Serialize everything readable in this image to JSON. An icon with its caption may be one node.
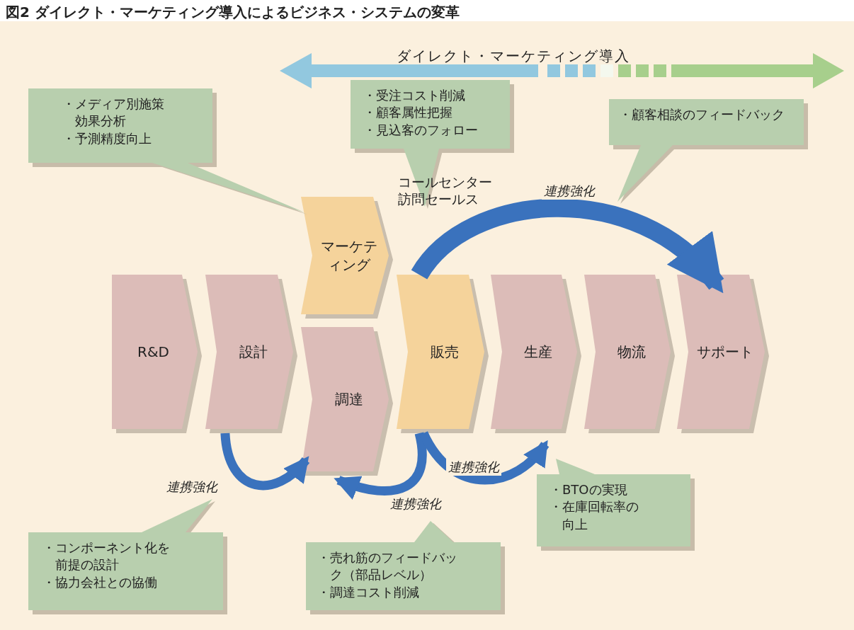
{
  "diagram": {
    "title": "**図**2 ダイレクト・マーケティング導入によるビジネス・システムの変革",
    "nodes": [
      {
        "text": [
          "R&D"
        ]
      },
      {
        "text": [
          "設計"
        ]
      },
      {
        "text": [
          "マーケティング"
        ]
      },
      {
        "text": [
          "調達"
        ]
      },
      {
        "text": [
          "販売"
        ]
      },
      {
        "text": [
          "生産"
        ]
      },
      {
        "text": [
          "物流"
        ]
      },
      {
        "text": [
          "サポート"
        ]
      },
      {
        "text": [
          "・メディア別施策効果分析",
          "・予測精度向上"
        ]
      },
      {
        "text": [
          "・受注コスト削減",
          "・顧客属性把握",
          "・見込客のフォロー"
        ]
      },
      {
        "text": [
          "・顧客相談のフィードバック"
        ]
      },
      {
        "text": [
          "・BTOの実現",
          "・在庫回転率の向上"
        ]
      },
      {
        "text": [
          "・コンポーネント化を前提の設計",
          "・協力会社との協働"
        ]
      },
      {
        "text": [
          "・売れ筋のフィードバック（部品レベル）",
          "・調達コスト削減"
        ]
      }
    ],
    "edges": [
      {
        "from": 1,
        "to": 3,
        "arrow": "to",
        "label": "連携強化"
      },
      {
        "from": 4,
        "to": 3,
        "arrow": "to",
        "label": "連携強化"
      },
      {
        "from": 4,
        "to": 5,
        "arrow": "to",
        "label": "連携強化"
      },
      {
        "from": 4,
        "to": 7,
        "arrow": "to",
        "label": "連携強化",
        "style": "thick"
      }
    ],
    "labels": [
      "ダイレクト・マーケティング導入",
      "コールセンター訪問セールス"
    ]
  }
}
